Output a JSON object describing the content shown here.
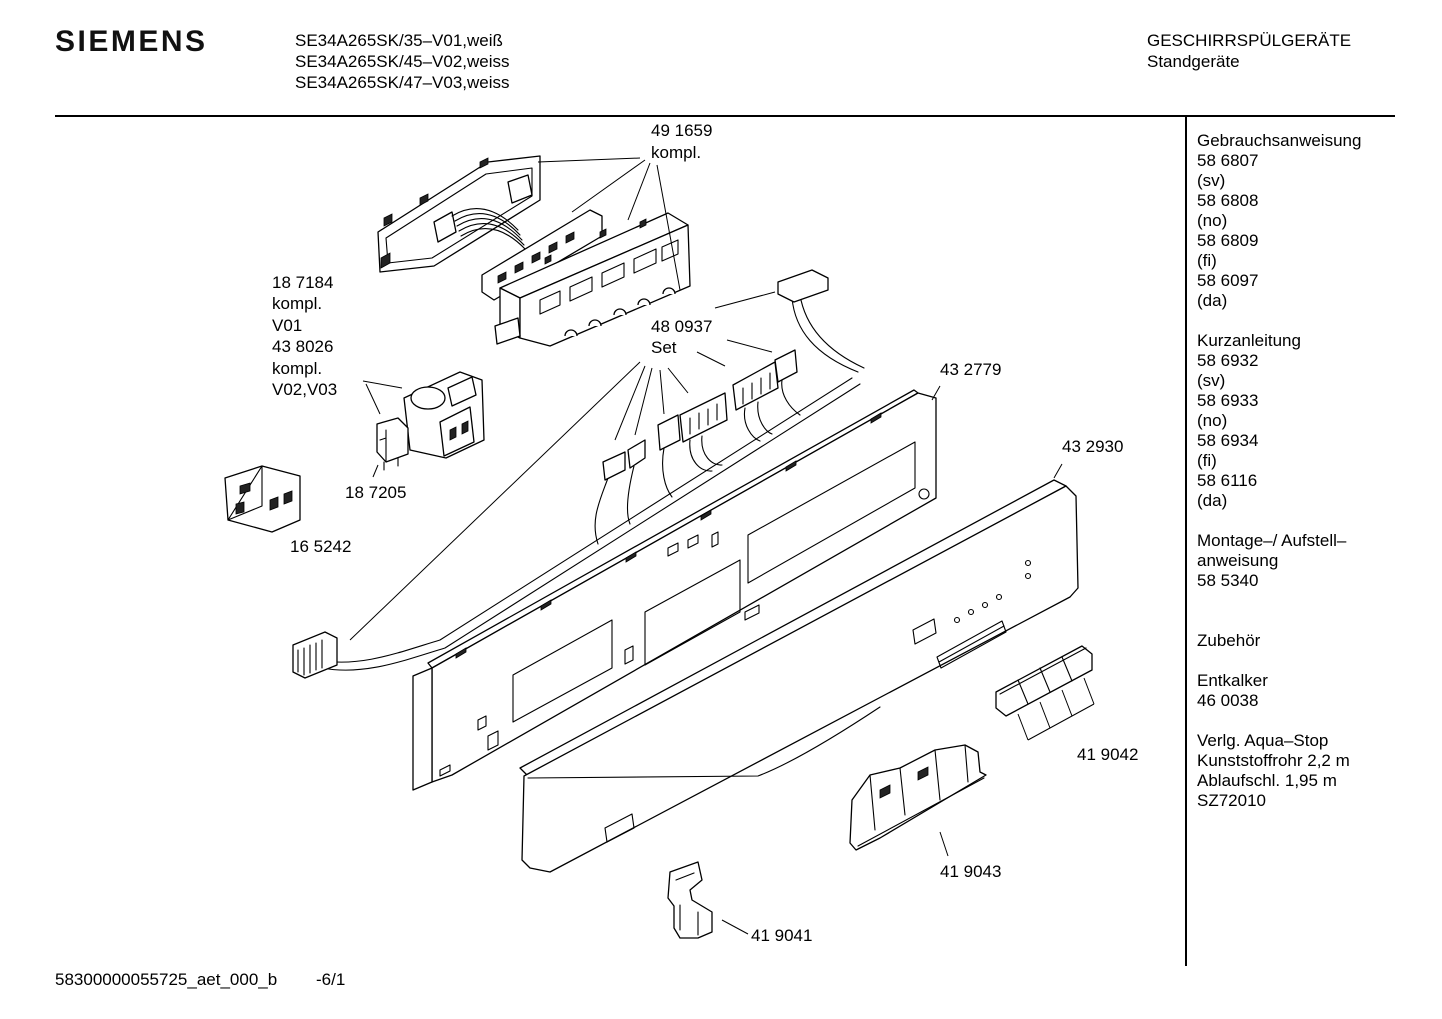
{
  "header": {
    "brand": "SIEMENS",
    "models": [
      "SE34A265SK/35–V01,weiß",
      "SE34A265SK/45–V02,weiss",
      "SE34A265SK/47–V03,weiss"
    ],
    "category": "GESCHIRRSPÜLGERÄTE",
    "subcategory": "Standgeräte"
  },
  "sidebar": {
    "sections": [
      [
        "Gebrauchsanweisung",
        "58 6807",
        "(sv)",
        "58 6808",
        "(no)",
        "58 6809",
        "(fi)",
        "58 6097",
        "(da)"
      ],
      [
        "Kurzanleitung",
        "58 6932",
        "(sv)",
        "58 6933",
        "(no)",
        "58 6934",
        "(fi)",
        "58 6116",
        "(da)"
      ],
      [
        "Montage–/ Aufstell–",
        "anweisung",
        "58 5340"
      ],
      [
        "Zubehör"
      ],
      [
        "Entkalker",
        "46 0038"
      ],
      [
        "Verlg. Aqua–Stop",
        "Kunststoffrohr 2,2 m",
        "Ablaufschl. 1,95 m",
        "SZ72010"
      ]
    ]
  },
  "part_labels": [
    {
      "lines": [
        "49 1659",
        "kompl."
      ]
    },
    {
      "lines": [
        "18 7184",
        "kompl.",
        "V01",
        "43 8026",
        "kompl.",
        "V02,V03"
      ]
    },
    {
      "lines": [
        "48 0937",
        "Set"
      ]
    },
    {
      "lines": [
        "43 2779"
      ]
    },
    {
      "lines": [
        "43 2930"
      ]
    },
    {
      "lines": [
        "18 7205"
      ]
    },
    {
      "lines": [
        "16 5242"
      ]
    },
    {
      "lines": [
        "41 9042"
      ]
    },
    {
      "lines": [
        "41 9043"
      ]
    },
    {
      "lines": [
        "41 9041"
      ]
    }
  ],
  "footer": {
    "doc_id": "58300000055725_aet_000_b",
    "page": "-6/1"
  }
}
